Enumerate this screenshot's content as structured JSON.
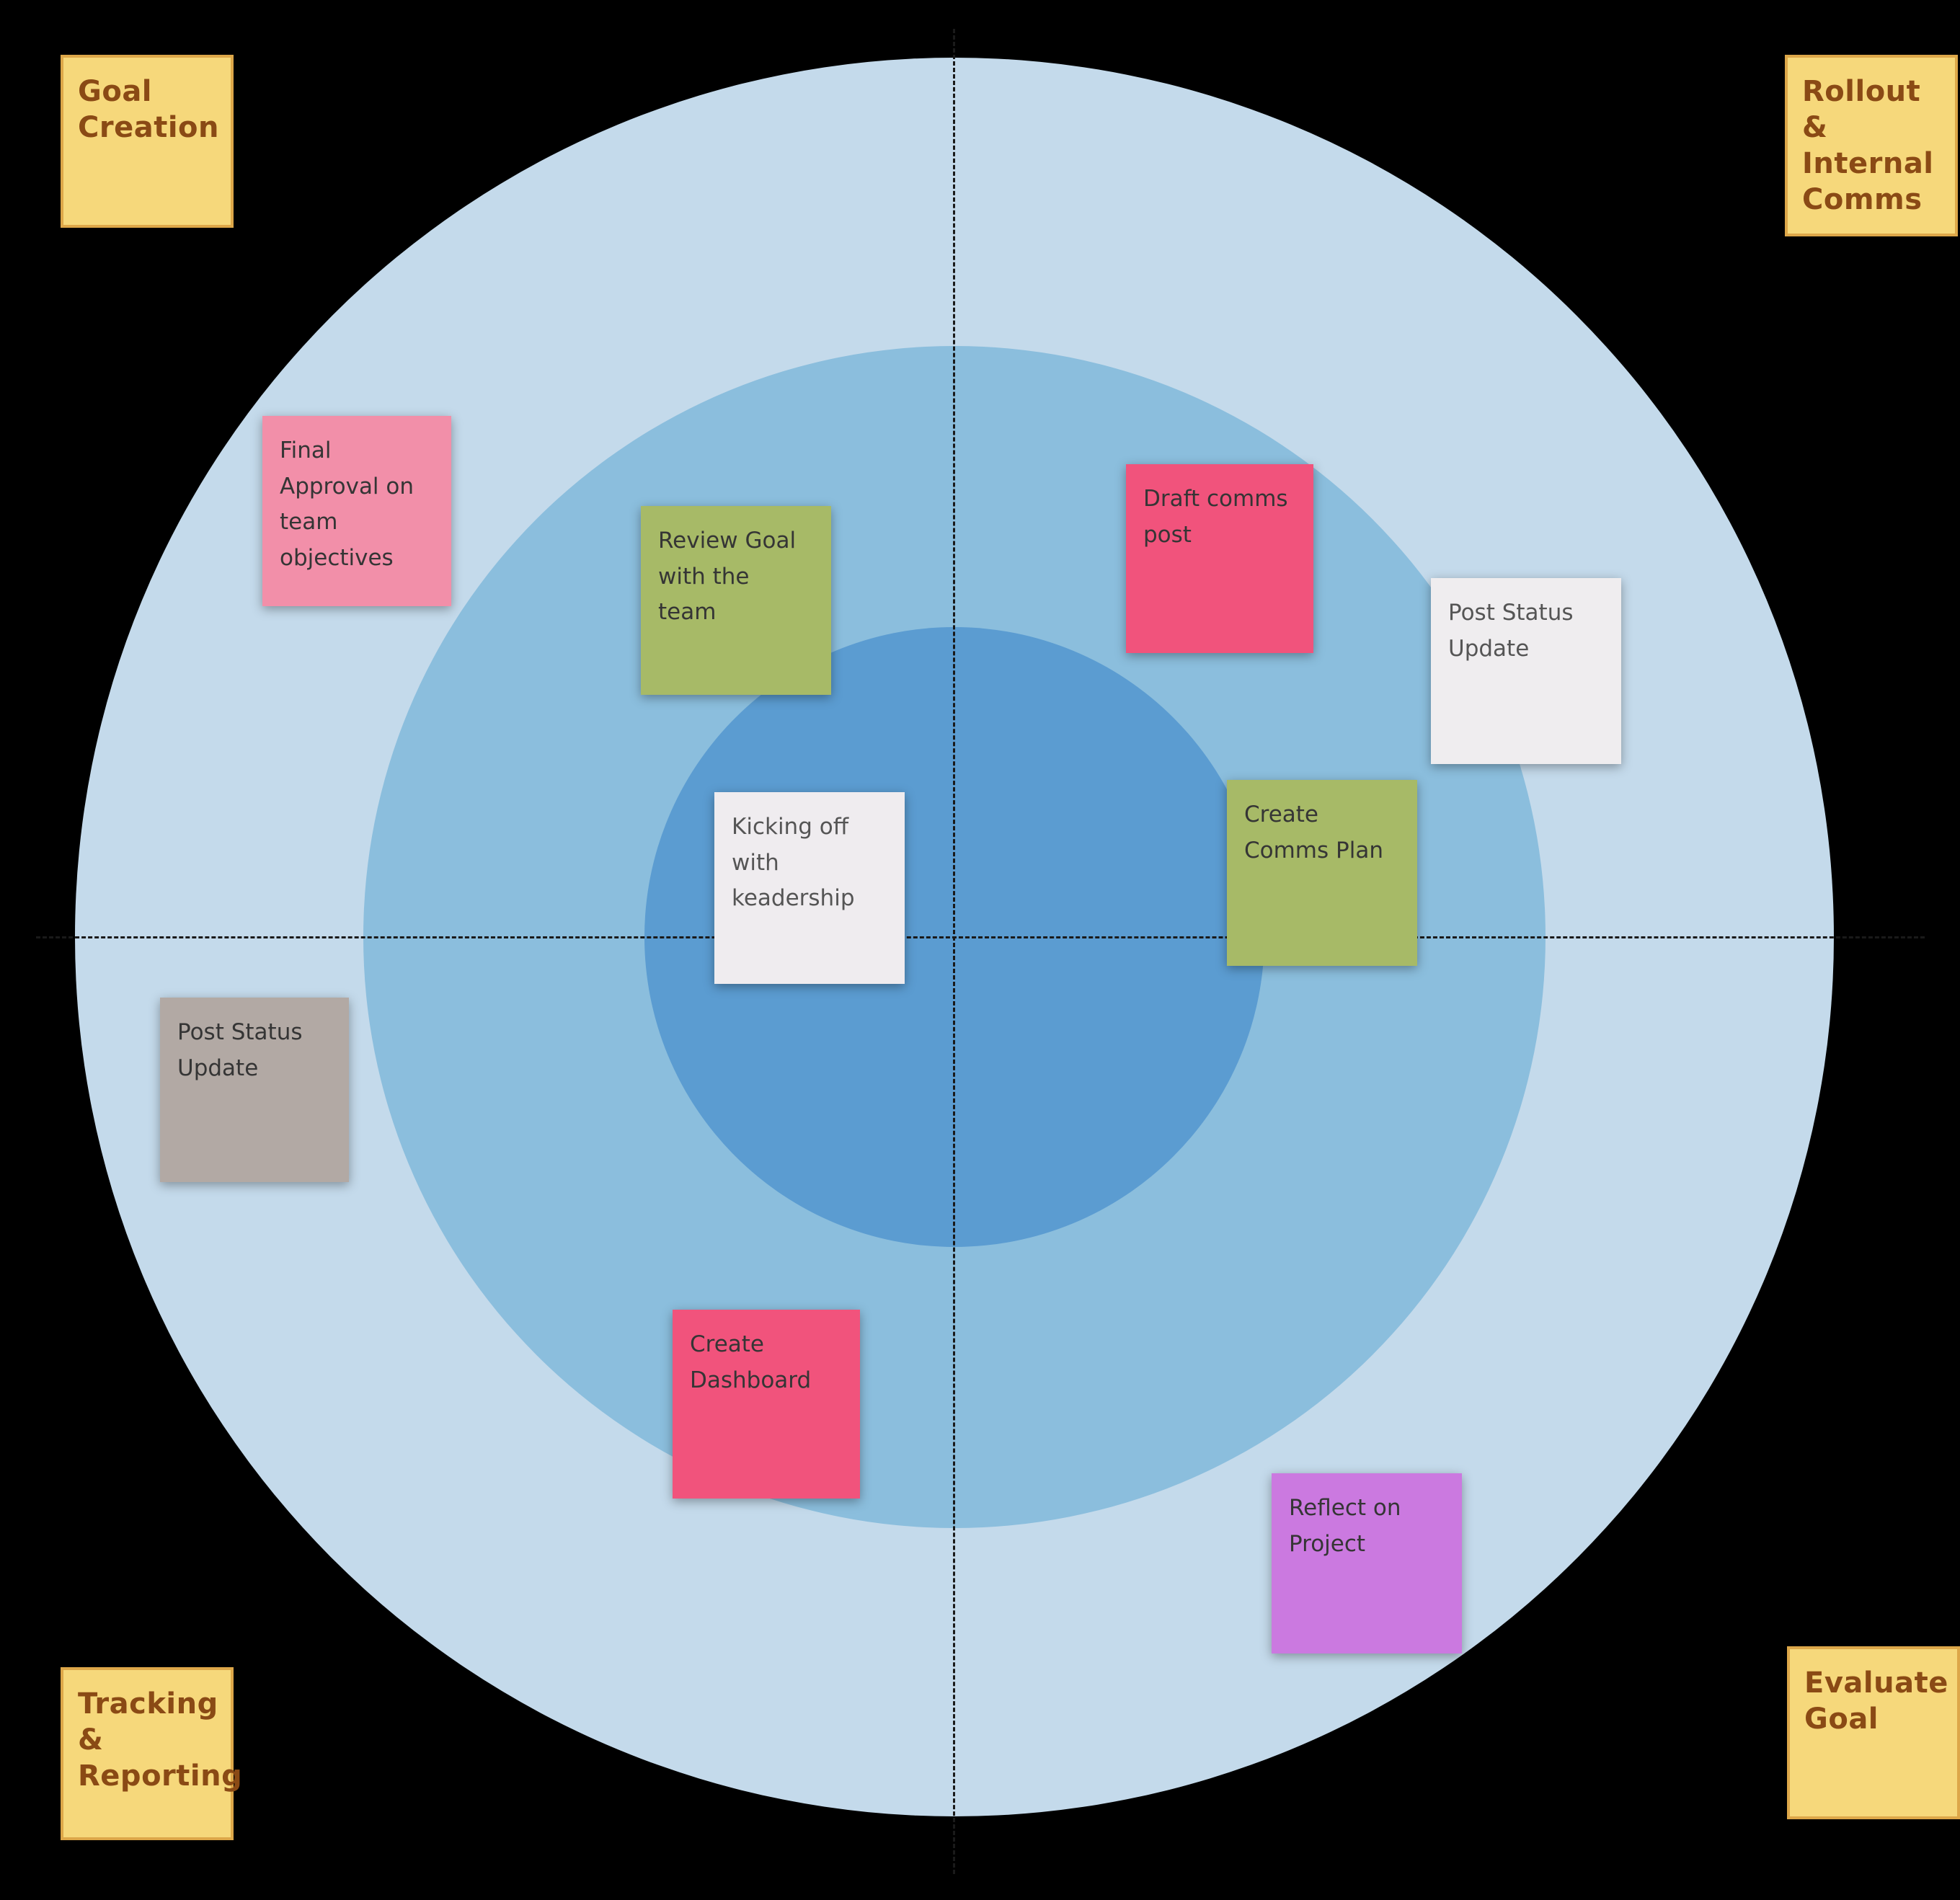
{
  "canvas": {
    "background": "#000000"
  },
  "rings": {
    "outer_color": "#c4daeb",
    "middle_color": "#8bbedd",
    "inner_color": "#5b9cd1"
  },
  "axes": {
    "line_color": "#1a1a1a",
    "style": "dashed"
  },
  "quadrant_label_style": {
    "bg": "#f6d87b",
    "border": "#dda749",
    "text_color": "#8a4a15"
  },
  "quadrant_labels": [
    {
      "position": "top-left",
      "text": "Goal Creation"
    },
    {
      "position": "top-right",
      "text": "Rollout & Internal Comms"
    },
    {
      "position": "bottom-left",
      "text": "Tracking & Reporting"
    },
    {
      "position": "bottom-right",
      "text": "Evaluate Goal"
    }
  ],
  "sticky_notes": [
    {
      "text": "Final Approval on team objectives",
      "color": "#f28fa9",
      "ring": "outer",
      "quadrant": "top-left"
    },
    {
      "text": "Review Goal with the team",
      "color": "#a7ba67",
      "ring": "middle",
      "quadrant": "top-left"
    },
    {
      "text": "Draft comms post",
      "color": "#f1537c",
      "ring": "middle",
      "quadrant": "top-right"
    },
    {
      "text": "Post Status Update",
      "color": "#efedef",
      "ring": "outer",
      "quadrant": "top-right"
    },
    {
      "text": "Create Comms Plan",
      "color": "#a7ba67",
      "ring": "middle",
      "quadrant": "right-center"
    },
    {
      "text": "Kicking off with keadership",
      "color": "#efecef",
      "ring": "inner",
      "quadrant": "center"
    },
    {
      "text": "Post Status Update",
      "color": "#b2a9a4",
      "ring": "outer",
      "quadrant": "bottom-left"
    },
    {
      "text": "Create Dashboard",
      "color": "#f1537c",
      "ring": "middle",
      "quadrant": "bottom-left"
    },
    {
      "text": "Reflect on Project",
      "color": "#cb79e0",
      "ring": "outer",
      "quadrant": "bottom-right"
    }
  ]
}
